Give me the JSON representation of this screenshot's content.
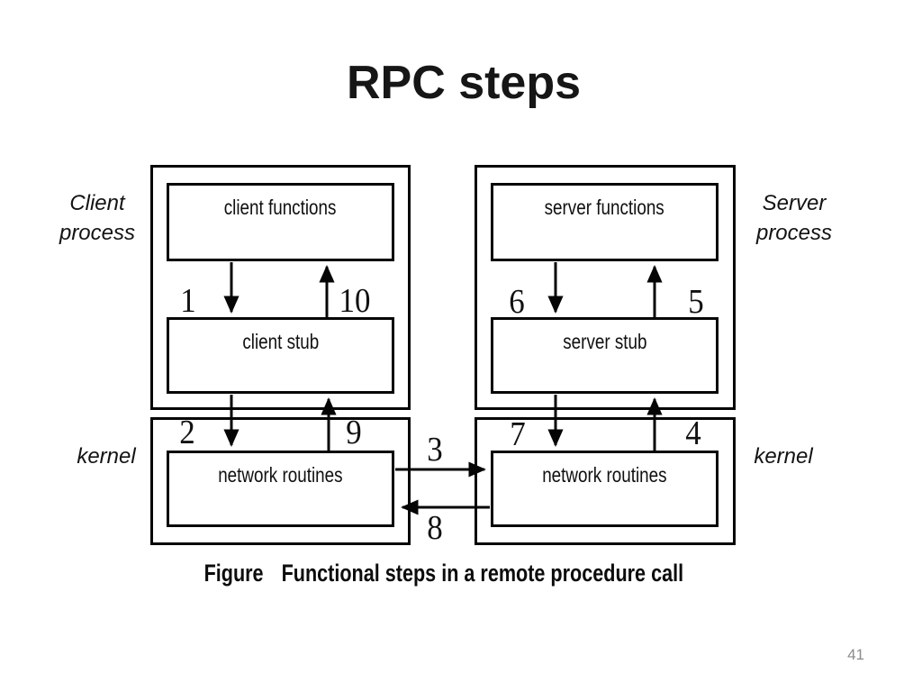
{
  "slide": {
    "title": "RPC steps",
    "page_number": "41"
  },
  "diagram": {
    "client": {
      "process_label": "Client process",
      "functions_label": "client functions",
      "stub_label": "client stub",
      "kernel_label": "kernel",
      "network_label": "network routines"
    },
    "server": {
      "process_label": "Server process",
      "functions_label": "server functions",
      "stub_label": "server stub",
      "kernel_label": "kernel",
      "network_label": "network routines"
    },
    "steps": {
      "s1": "1",
      "s2": "2",
      "s3": "3",
      "s4": "4",
      "s5": "5",
      "s6": "6",
      "s7": "7",
      "s8": "8",
      "s9": "9",
      "s10": "10"
    },
    "caption": {
      "label": "Figure",
      "text": "Functional steps in a remote procedure call"
    }
  }
}
